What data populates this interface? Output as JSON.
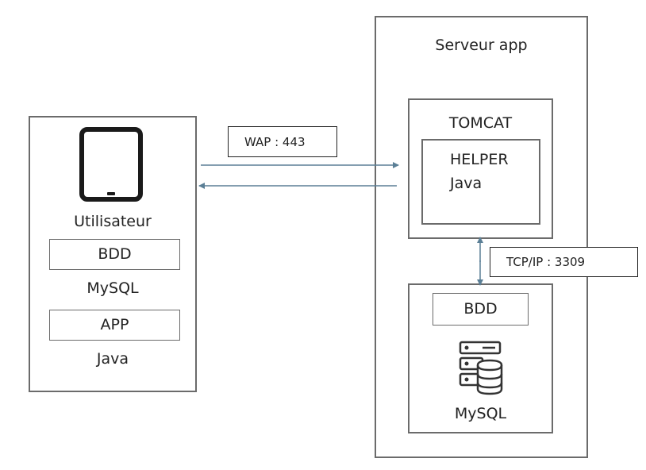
{
  "client": {
    "user_label": "Utilisateur",
    "bdd_label": "BDD",
    "mysql_label": "MySQL",
    "app_label": "APP",
    "java_label": "Java",
    "device_icon": "tablet-icon"
  },
  "connections": {
    "wap_label": "WAP : 443",
    "tcp_label": "TCP/IP :  3309",
    "arrow_color": "#5b7f96"
  },
  "server": {
    "title": "Serveur app",
    "tomcat_label": "TOMCAT",
    "helper_label": "HELPER",
    "helper_java_label": "Java",
    "bdd_label": "BDD",
    "mysql_label": "MySQL",
    "db_icon": "database-server-icon"
  }
}
